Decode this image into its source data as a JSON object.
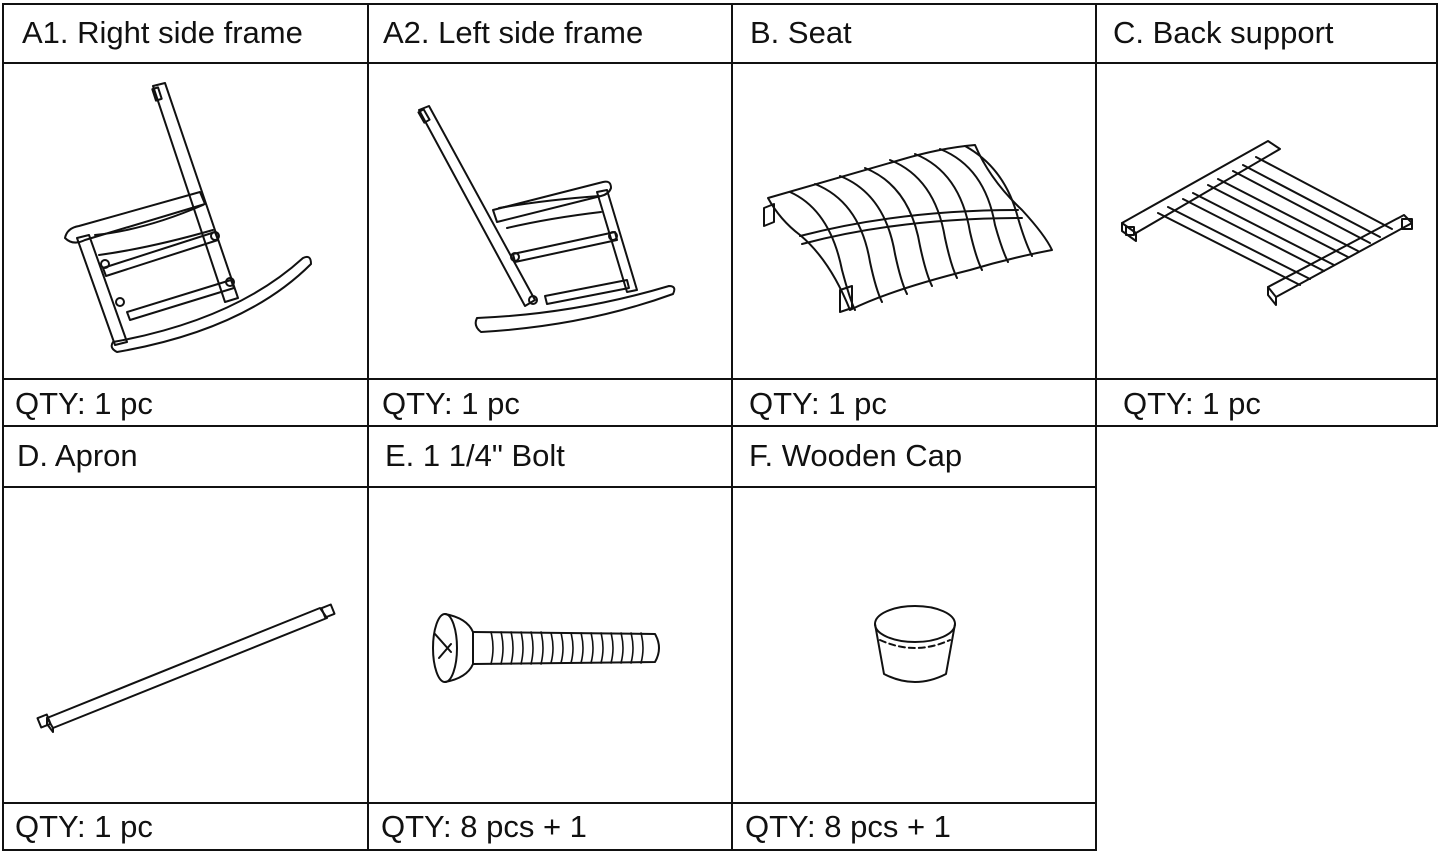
{
  "parts_row1": [
    {
      "name": "A1. Right side frame",
      "qty": "QTY: 1 pc",
      "icon": "rocking-side-frame-right"
    },
    {
      "name": "A2. Left side frame",
      "qty": "QTY: 1 pc",
      "icon": "rocking-side-frame-left"
    },
    {
      "name": "B. Seat",
      "qty": "QTY: 1 pc",
      "icon": "slatted-seat"
    },
    {
      "name": "C. Back support",
      "qty": "QTY: 1 pc",
      "icon": "back-support-slats"
    }
  ],
  "parts_row2": [
    {
      "name": "D. Apron",
      "qty": "QTY: 1 pc",
      "icon": "apron-rail"
    },
    {
      "name": "E. 1 1/4\" Bolt",
      "qty": "QTY: 8 pcs + 1",
      "icon": "bolt"
    },
    {
      "name": "F. Wooden Cap",
      "qty": "QTY: 8 pcs + 1",
      "icon": "wooden-cap"
    }
  ]
}
